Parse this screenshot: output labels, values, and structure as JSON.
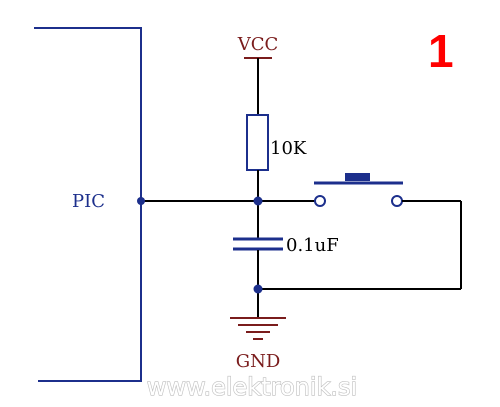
{
  "labels": {
    "vcc": "VCC",
    "resistor": "10K",
    "mcu": "PIC",
    "capacitor": "0.1uF",
    "ground": "GND"
  },
  "figure_number": "1",
  "watermark": "www.elektronik.si",
  "colors": {
    "wire": "#000000",
    "component": "#1c2f8c",
    "power_label": "#7a1c1c",
    "figure_number": "#ff0000"
  }
}
